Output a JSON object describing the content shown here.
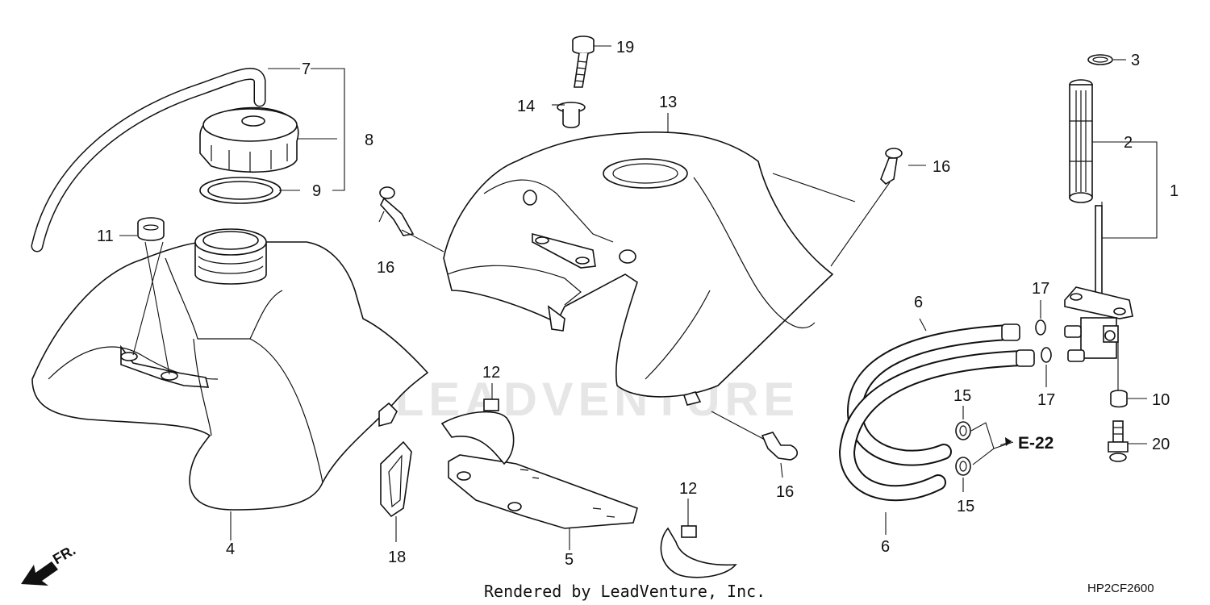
{
  "watermark": "LEADVENTURE",
  "callouts": {
    "c1": "1",
    "c2": "2",
    "c3": "3",
    "c4": "4",
    "c5": "5",
    "c6a": "6",
    "c6b": "6",
    "c7": "7",
    "c8": "8",
    "c9": "9",
    "c10": "10",
    "c11": "11",
    "c12a": "12",
    "c12b": "12",
    "c13": "13",
    "c14": "14",
    "c15a": "15",
    "c15b": "15",
    "c16a": "16",
    "c16b": "16",
    "c16c": "16",
    "c17a": "17",
    "c17b": "17",
    "c18": "18",
    "c19": "19",
    "c20": "20"
  },
  "reference": "E-22",
  "direction": "FR.",
  "footer": "Rendered by LeadVenture, Inc.",
  "diagram_code": "HP2CF2600"
}
